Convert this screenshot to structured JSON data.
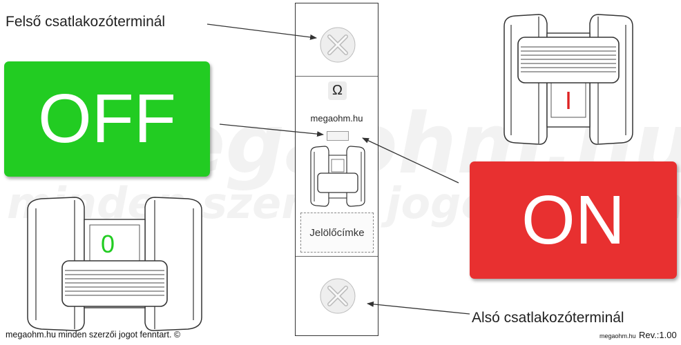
{
  "watermark": {
    "line1": "megaohm.hu",
    "line2": "minden szerzői jogot fenntart"
  },
  "labels": {
    "top_terminal": "Felső csatlakozóterminál",
    "bottom_terminal": "Alsó csatlakozóterminál"
  },
  "states": {
    "off": {
      "label": "OFF",
      "color": "#22cc22",
      "lever_symbol": "0",
      "symbol_color": "#22cc22"
    },
    "on": {
      "label": "ON",
      "color": "#e83030",
      "lever_symbol": "I",
      "symbol_color": "#dd2222"
    }
  },
  "breaker": {
    "logo": "Ω",
    "brand": "megaohm.hu",
    "label_text": "Jelölőcímke"
  },
  "footer": {
    "copyright": "megaohm.hu minden szerzői jogot fenntart. ©",
    "brand_small": "megaohm.hu",
    "revision": "Rev.:1.00"
  }
}
